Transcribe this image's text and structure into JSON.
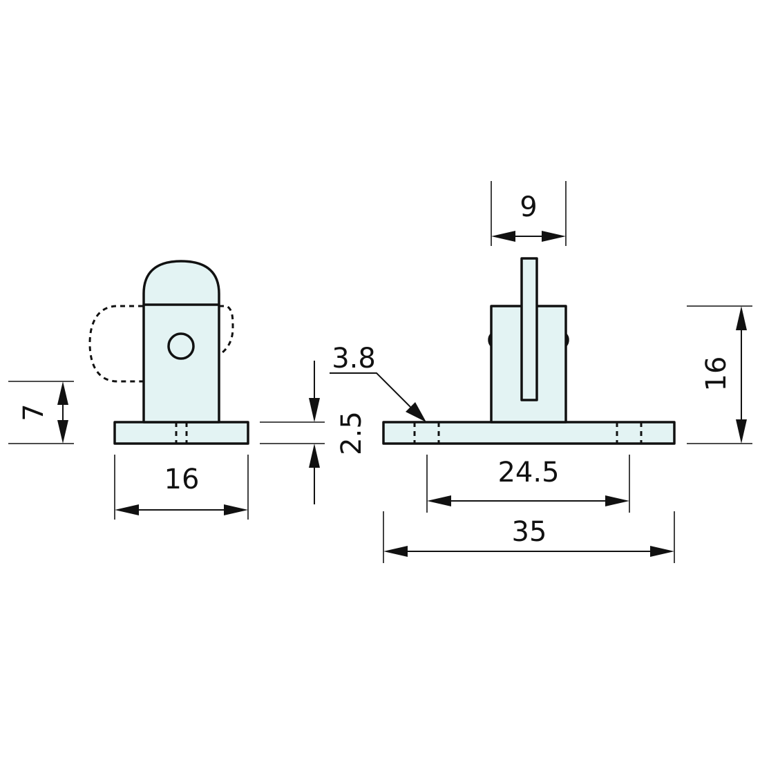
{
  "colors": {
    "part_fill": "#e3f3f3",
    "line": "#111111",
    "background": "#ffffff"
  },
  "dimensions": {
    "side_base_width": "16",
    "side_height": "7",
    "base_thickness": "2.5",
    "hole_diameter": "3.8",
    "post_width": "9",
    "total_height": "16",
    "hole_spacing": "24.5",
    "total_length": "35"
  }
}
